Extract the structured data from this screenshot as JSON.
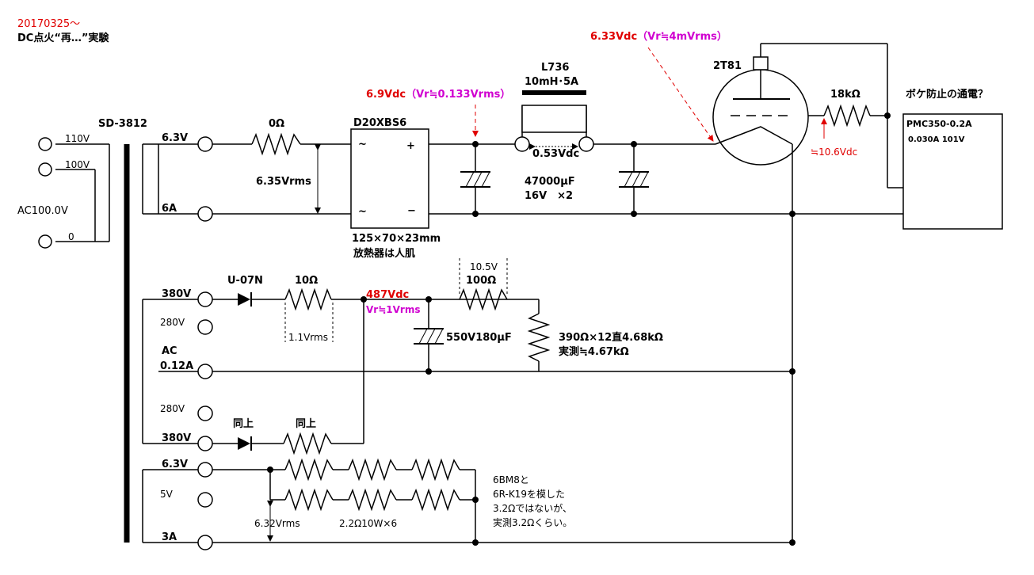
{
  "header": {
    "date": "20170325～",
    "title": "DC点火“再…”実験"
  },
  "transformer": {
    "name": "SD-3812",
    "primary": {
      "tap_110": "110V",
      "tap_100": "100V",
      "input": "AC100.0V",
      "tap_0": "0"
    },
    "sec_63_6a": {
      "top": "6.3V",
      "bottom": "6A"
    },
    "hv": {
      "t380_top": "380V",
      "t280_top": "280V",
      "ac": "AC",
      "current": "0.12A",
      "t280_bot": "280V",
      "t380_bot": "380V"
    },
    "heater": {
      "top": "6.3V",
      "mid": "5V",
      "bottom": "3A"
    }
  },
  "filament_supply": {
    "r0": "0Ω",
    "vrms": "6.35Vrms",
    "bridge": "D20XBS6",
    "bridge_ac1": "~",
    "bridge_ac2": "~",
    "bridge_plus": "+",
    "bridge_minus": "−",
    "heatsink_size": "125×70×23mm",
    "heatsink_note": "放熱器は人肌",
    "v_before_choke_v": "6.9Vdc",
    "v_before_choke_vr": "（Vr≒0.133Vrms）",
    "choke_name": "L736",
    "choke_spec": "10mH･5A",
    "choke_drop": "0.53Vdc",
    "cap_value": "47000μF",
    "cap_rating": "16V　×2",
    "v_at_tube_v": "6.33Vdc",
    "v_at_tube_vr": "（Vr≒4mVrms）"
  },
  "tube": {
    "name": "2T81",
    "grid_resistor": "18kΩ",
    "grid_voltage": "≒10.6Vdc",
    "note": "ボケ防止の通電？",
    "meter": "PMC350-0.2A",
    "meter_reading": "0.030A 101V"
  },
  "hv_supply": {
    "diode": "U-07N",
    "r10": "10Ω",
    "r10_drop": "1.1Vrms",
    "v_out_v": "487Vdc",
    "v_out_vr": "Vr≒1Vrms",
    "cap": "550V180μF",
    "r100_drop": "10.5V",
    "r100": "100Ω",
    "load_line1": "390Ω×12直4.68kΩ",
    "load_line2": "実測≒4.67kΩ",
    "diode2": "同上",
    "r2": "同上"
  },
  "heater_load": {
    "vrms": "6.32Vrms",
    "resistors": "2.2Ω10W×6",
    "note_line1": "6BM8と",
    "note_line2": "6R-K19を模した",
    "note_line3": "3.2Ωではないが、",
    "note_line4": "実測3.2Ωくらい。"
  }
}
